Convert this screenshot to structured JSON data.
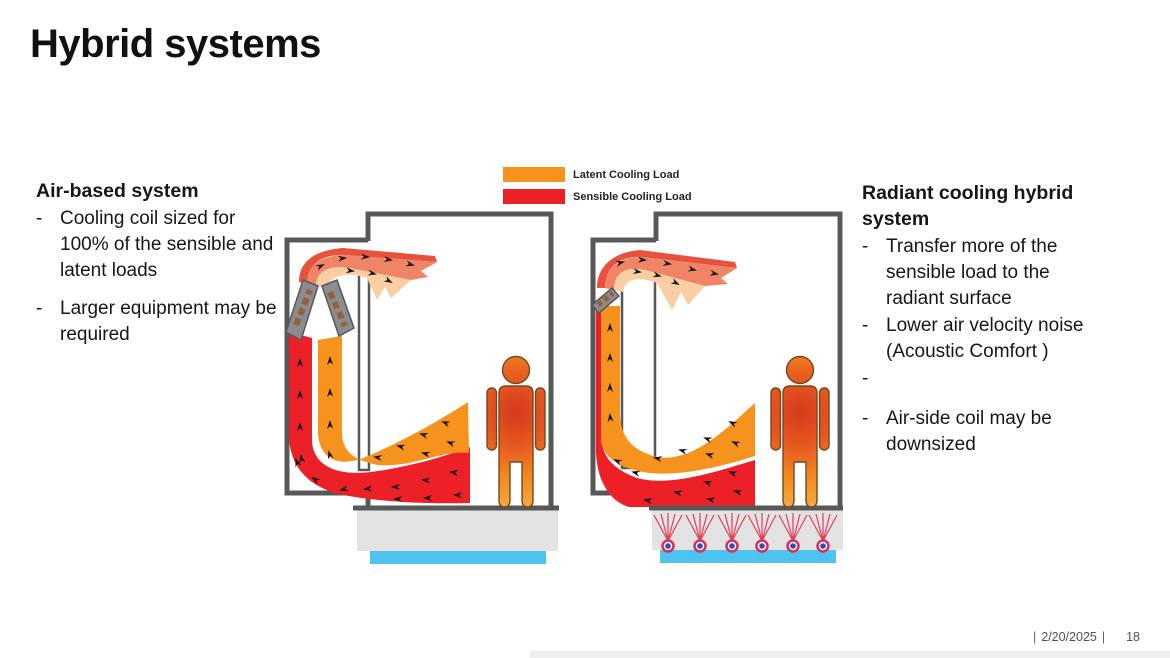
{
  "slide": {
    "title": "Hybrid systems",
    "left_panel": {
      "heading": "Air-based system",
      "bullet_marker": "-",
      "bullets": [
        "Cooling coil sized for 100% of the sensible and latent loads",
        "Larger equipment may be required"
      ]
    },
    "right_panel": {
      "heading": "Radiant cooling hybrid system",
      "bullet_marker": "-",
      "bullets": [
        "Transfer more of the sensible load to the radiant surface",
        "Lower air velocity noise (Acoustic Comfort )",
        "",
        "Air-side coil may be downsized"
      ]
    },
    "legend": {
      "items": [
        {
          "label": "Latent Cooling Load",
          "color": "#F6921E"
        },
        {
          "label": "Sensible Cooling Load",
          "color": "#EC2027"
        }
      ]
    },
    "footer": {
      "sep1": "|",
      "date": "2/20/2025",
      "sep2": "|",
      "page": "18"
    },
    "colors": {
      "latent_orange": "#F6921E",
      "sensible_red": "#EC2027",
      "wall_gray": "#57585A",
      "floor_slab": "#E3E3E3",
      "chilled_water_blue": "#4EC3EF",
      "supply_salmon": "#EF8466",
      "supply_peach": "#F8CEA2"
    }
  }
}
